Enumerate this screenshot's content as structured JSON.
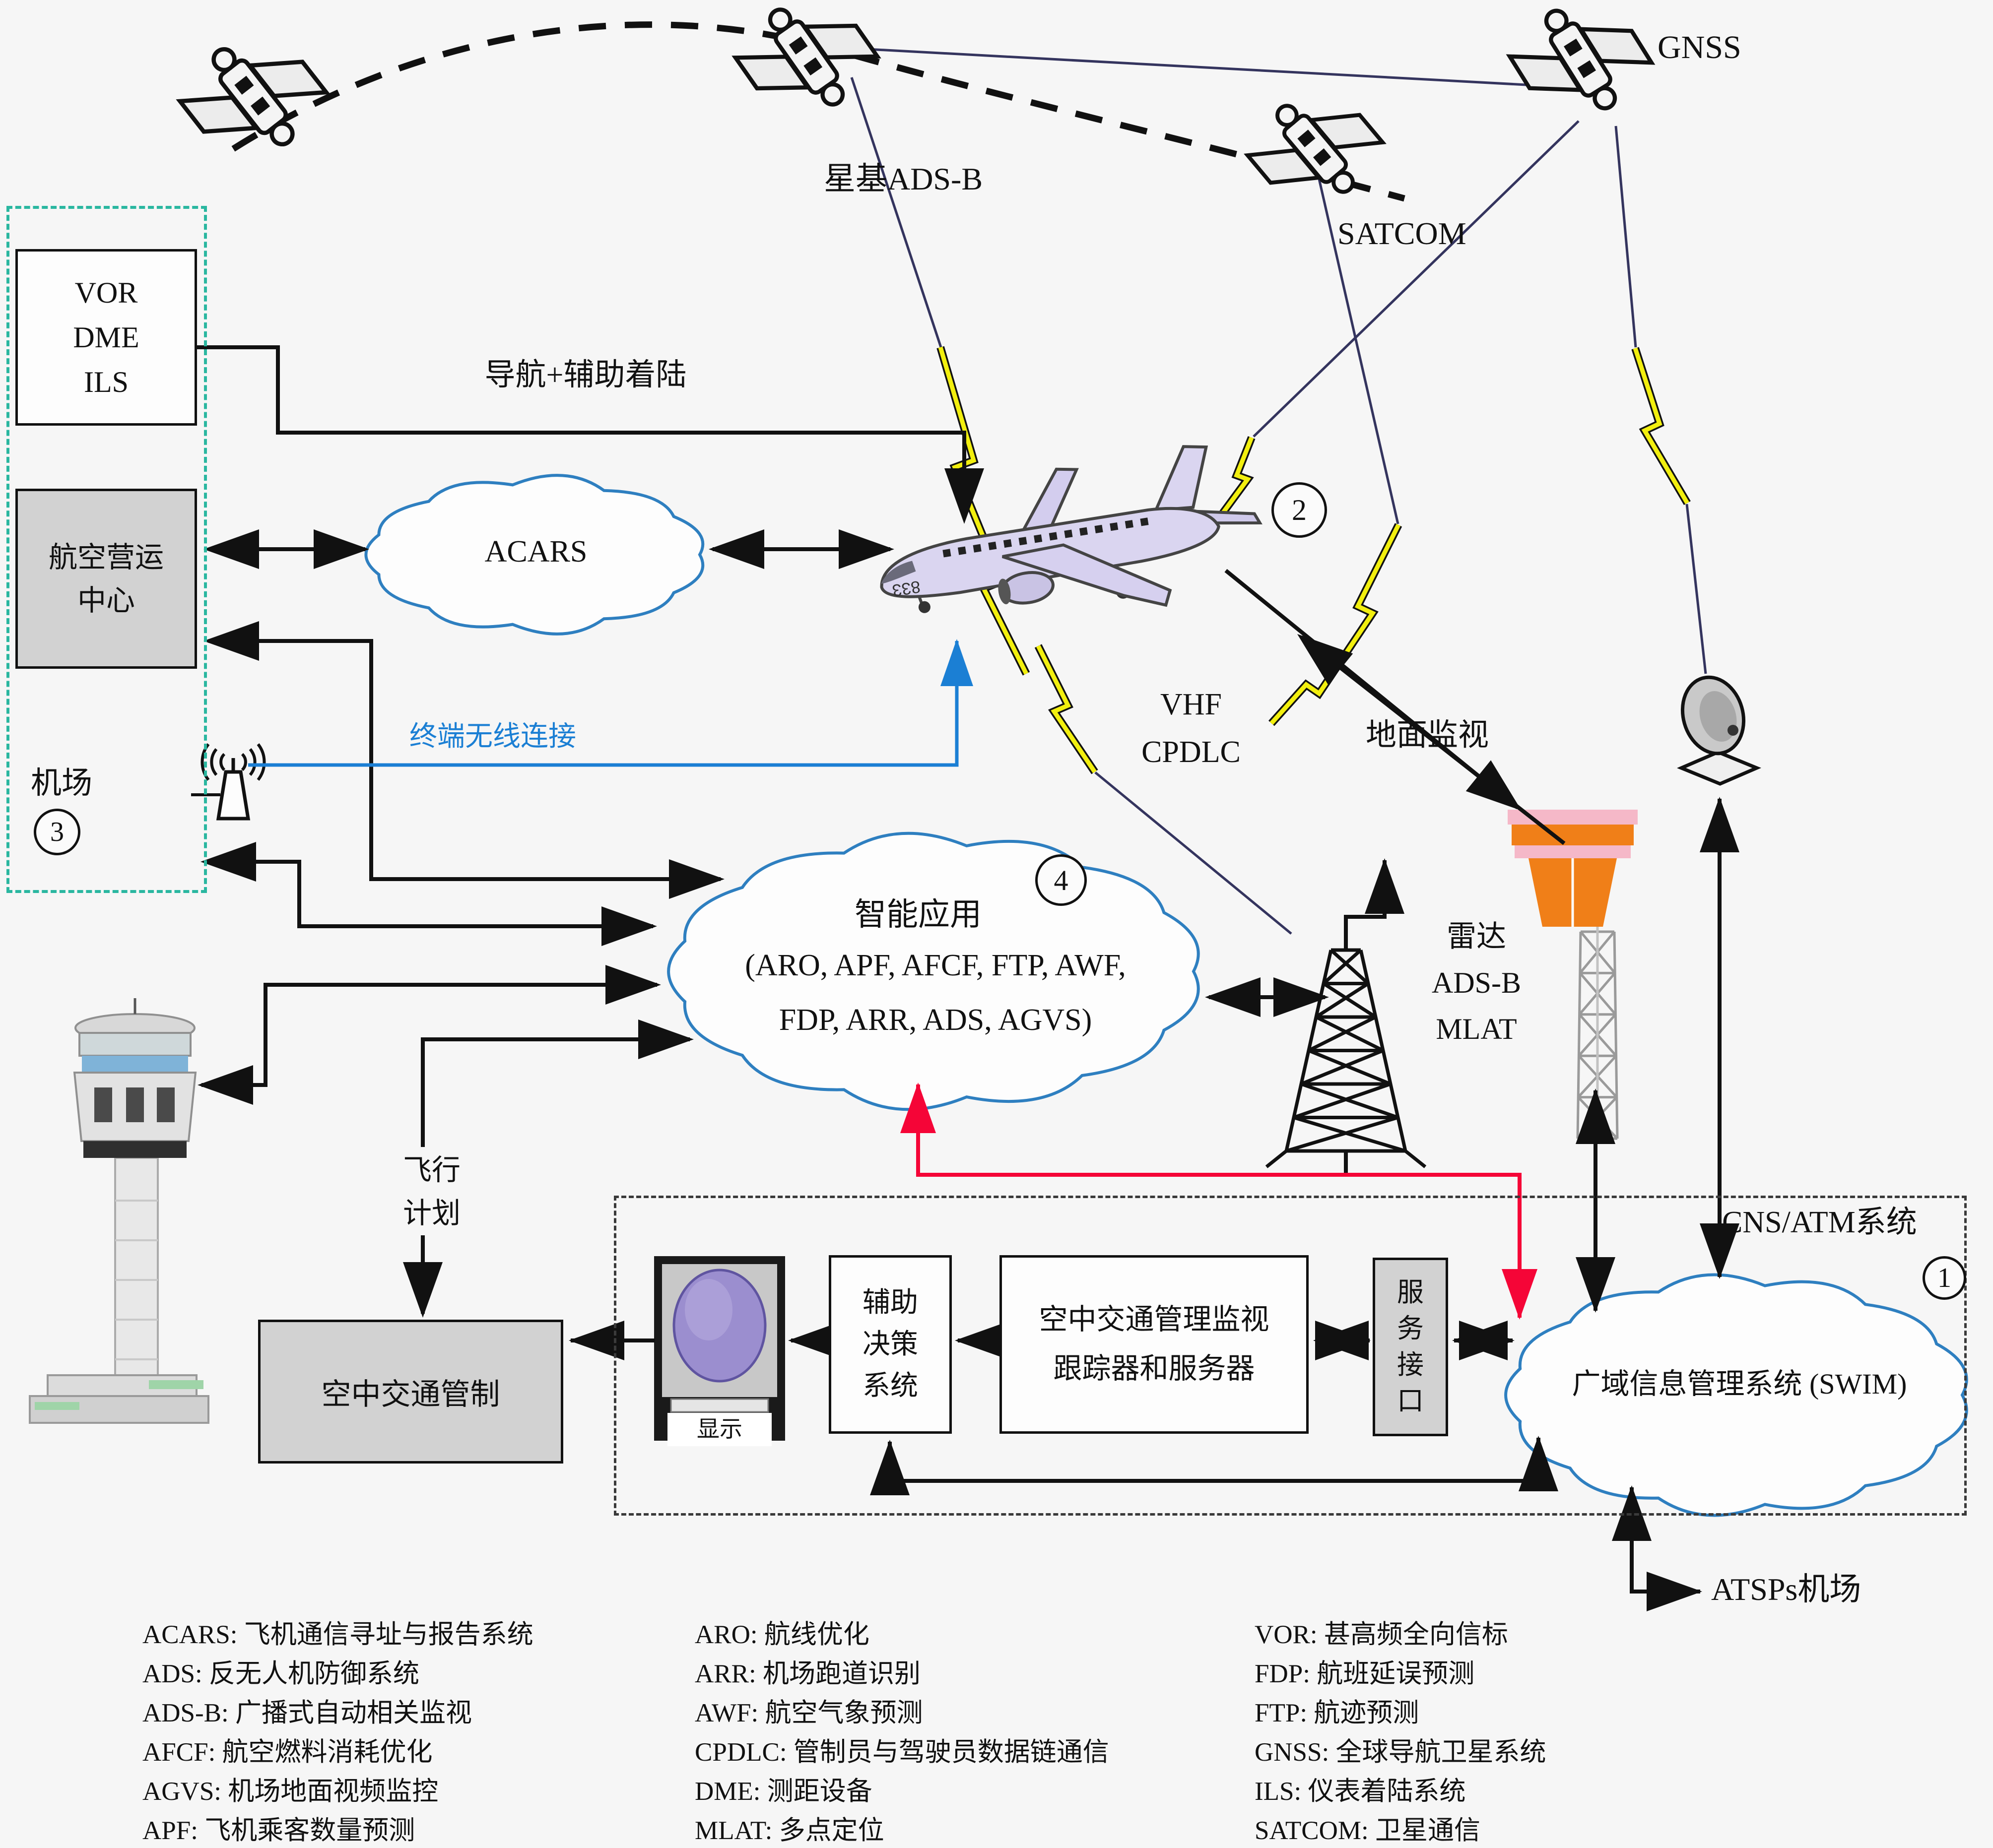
{
  "colors": {
    "line": "#111111",
    "blue": "#1b7fd4",
    "red": "#f50537",
    "cloud_stroke": "#2e7fc0",
    "teal_dash": "#2ab7a0",
    "box_gray": "#d2d2d2",
    "yellow": "#f2ef0f",
    "radar_orange": "#f07f18",
    "radar_pink": "#f5b8c8",
    "scope_purple": "#9b8ecf"
  },
  "labels": {
    "gnss": "GNSS",
    "star_adsb": "星基ADS-B",
    "satcom": "SATCOM",
    "nav_landing": "导航+辅助着陆",
    "terminal_wireless": "终端无线连接",
    "vhf_cpdlc": "VHF\nCPDLC",
    "ground_surveillance": "地面监视",
    "radar_stack": "雷达\nADS-B\nMLAT",
    "flight_plan": "飞行\n计划",
    "cns_atm": "CNS/ATM系统",
    "atsps": "ATSPs机场",
    "airport": "机场",
    "display": "显示",
    "plane_marking": "833"
  },
  "markers": {
    "one": "1",
    "two": "2",
    "three": "3",
    "four": "4"
  },
  "boxes": {
    "vor": "VOR\nDME\nILS",
    "aoc": "航空营运\n中心",
    "atc": "空中交通管制",
    "aid": "辅助\n决策\n系统",
    "atm": "空中交通管理监视\n跟踪器和服务器",
    "svc": "服\n务\n接\n口"
  },
  "clouds": {
    "acars": "ACARS",
    "smart_title": "智能应用",
    "smart_apps_1": "(ARO, APF, AFCF, FTP, AWF,",
    "smart_apps_2": "FDP, ARR, ADS, AGVS)",
    "swim": "广域信息管理系统 (SWIM)"
  },
  "legend": {
    "col1": [
      "ACARS: 飞机通信寻址与报告系统",
      "ADS: 反无人机防御系统",
      "ADS-B: 广播式自动相关监视",
      "AFCF: 航空燃料消耗优化",
      "AGVS: 机场地面视频监控",
      "APF: 飞机乘客数量预测"
    ],
    "col2": [
      "ARO: 航线优化",
      "ARR: 机场跑道识别",
      "AWF: 航空气象预测",
      "CPDLC: 管制员与驾驶员数据链通信",
      "DME: 测距设备",
      "MLAT: 多点定位"
    ],
    "col3": [
      "VOR: 甚高频全向信标",
      "FDP: 航班延误预测",
      "FTP: 航迹预测",
      "GNSS: 全球导航卫星系统",
      "ILS: 仪表着陆系统",
      "SATCOM: 卫星通信"
    ]
  }
}
